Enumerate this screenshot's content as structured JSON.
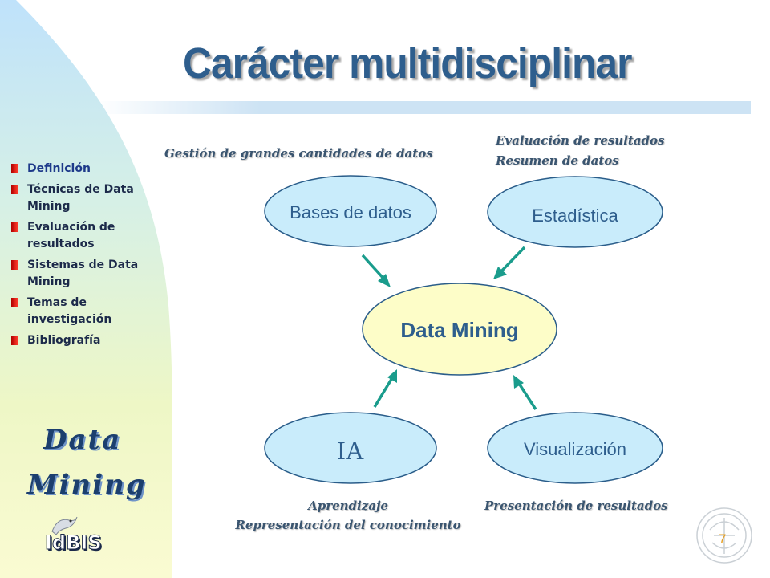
{
  "slide": {
    "title": "Carácter multidisciplinar",
    "page_number": "7"
  },
  "sidebar": {
    "items": [
      {
        "label": "Definición"
      },
      {
        "label": "Técnicas de Data Mining"
      },
      {
        "label": "Evaluación de resultados"
      },
      {
        "label": "Sistemas de Data Mining"
      },
      {
        "label": "Temas de investigación"
      },
      {
        "label": "Bibliografía"
      }
    ],
    "logo": {
      "line1": "Data",
      "line2": "Mining",
      "brand": "IdBIS"
    }
  },
  "diagram": {
    "center": "Data Mining",
    "nodes": {
      "databases": "Bases de datos",
      "statistics": "Estadística",
      "ai": "IA",
      "visualization": "Visualización"
    },
    "captions": {
      "databases": "Gestión de grandes cantidades de datos",
      "statistics_1": "Evaluación de resultados",
      "statistics_2": "Resumen de datos",
      "ai_1": "Aprendizaje",
      "ai_2": "Representación del conocimiento",
      "visualization": "Presentación de resultados"
    }
  },
  "colors": {
    "title": "#2e5e8d",
    "node_fill": "#c9ecfb",
    "center_fill": "#fdfdc8",
    "arrow": "#1a9c8c",
    "bullet": "#d0201a",
    "page_number": "#e8a020"
  }
}
